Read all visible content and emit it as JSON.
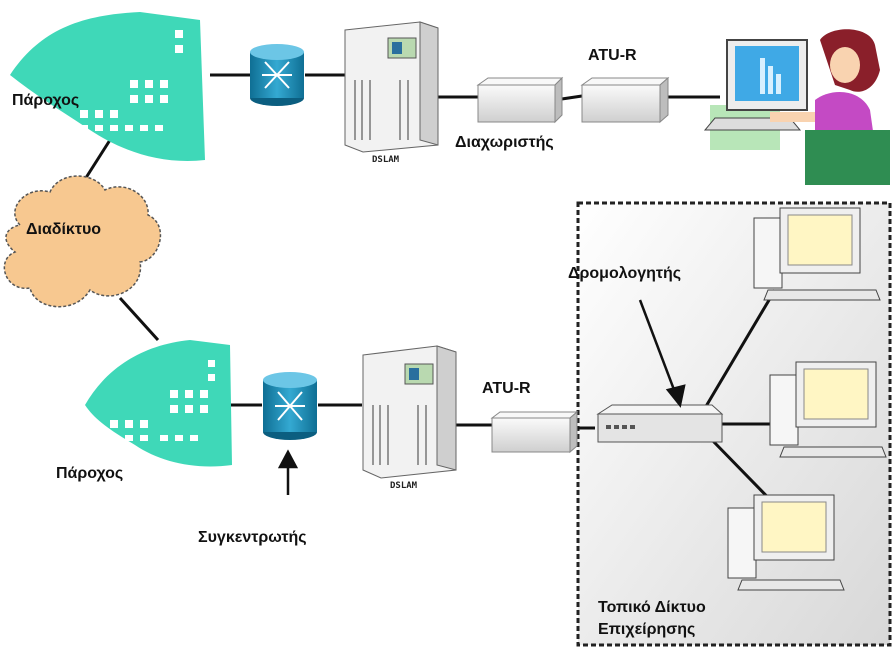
{
  "labels": {
    "provider_top": "Πάροχος",
    "provider_bottom": "Πάροχος",
    "internet": "Διαδίκτυο",
    "dslam_top": "DSLAM",
    "dslam_bottom": "DSLAM",
    "atur_top": "ATU-R",
    "atur_bottom": "ATU-R",
    "splitter": "Διαχωριστής",
    "router": "Δρομολογητής",
    "concentrator": "Συγκεντρωτής",
    "lan_line1": "Τοπικό Δίκτυο",
    "lan_line2": "Επιχείρησης"
  },
  "colors": {
    "building": "#3fd8b8",
    "building_window": "#ffffff",
    "cloud": "#f7c890",
    "cloud_stroke": "#555555",
    "switch": "#1d8fb8",
    "dslam_body": "#e8e8e8",
    "device": "#e6e6e6",
    "monitor_screen": "#fff6c4",
    "lan_bg": "#ececec",
    "line": "#111111"
  }
}
